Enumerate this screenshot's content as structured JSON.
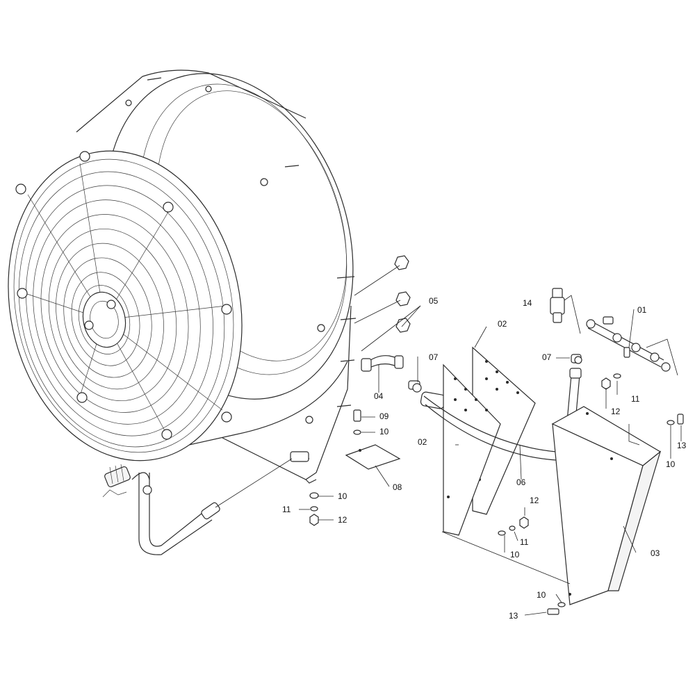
{
  "callouts": {
    "c01": "01",
    "c02a": "02",
    "c02b": "02",
    "c03": "03",
    "c04": "04",
    "c05": "05",
    "c06": "06",
    "c07a": "07",
    "c07b": "07",
    "c08": "08",
    "c09": "09",
    "c10a": "10",
    "c10b": "10",
    "c10c": "10",
    "c10d": "10",
    "c10e": "10",
    "c11a": "11",
    "c11b": "11",
    "c11c": "11",
    "c12a": "12",
    "c12b": "12",
    "c12c": "12",
    "c13a": "13",
    "c13b": "13",
    "c14": "14"
  }
}
